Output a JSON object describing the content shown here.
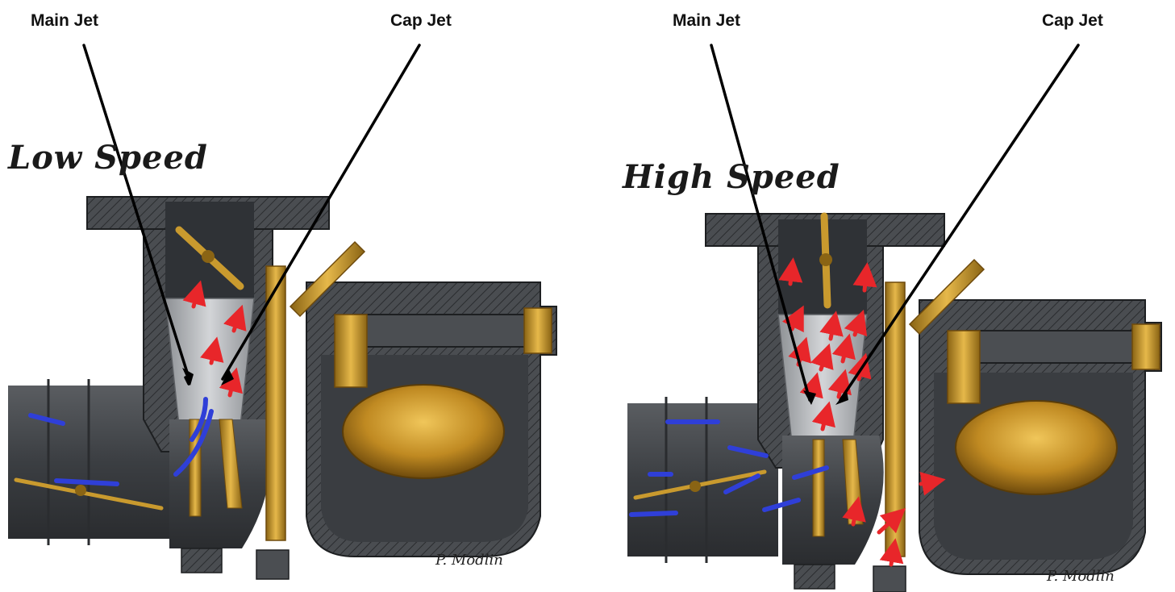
{
  "left_panel": {
    "title": "Low Speed",
    "label_main_jet": "Main Jet",
    "label_cap_jet": "Cap Jet",
    "signature": "P. Modlin"
  },
  "right_panel": {
    "title": "High Speed",
    "label_main_jet": "Main Jet",
    "label_cap_jet": "Cap Jet",
    "signature": "P. Modlin"
  },
  "colors": {
    "housing": "#3f4246",
    "housing_light": "#6b6e72",
    "venturi": "#b9bcc0",
    "brass": "#c99a2e",
    "brass_dark": "#8a6414",
    "air_flow": "#2f3fd8",
    "fuel_flow": "#e8262a",
    "pointer": "#000000"
  }
}
